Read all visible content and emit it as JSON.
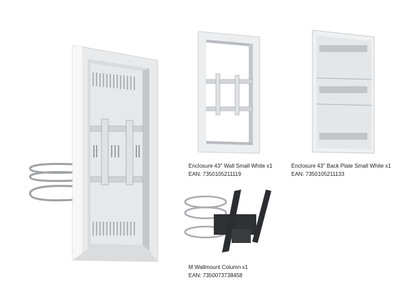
{
  "products": [
    {
      "id": "enclosure-43-wall",
      "name": "Enclosure 43\" Wall Small White x1",
      "ean": "EAN: 7350105211119"
    },
    {
      "id": "enclosure-43-back-plate",
      "name": "Enclosure 43\" Back Plate Small White x1",
      "ean": "EAN: 7350105211133"
    },
    {
      "id": "m-wallmount-column",
      "name": "M Wallmount Column x1",
      "ean": "EAN: 7350073738458"
    }
  ],
  "colors": {
    "background": "#ffffff",
    "enclosure_white": "#eceeef",
    "enclosure_shadow": "#c9cccf",
    "mount_black": "#2b2d30",
    "steel": "#b8bcc0"
  }
}
